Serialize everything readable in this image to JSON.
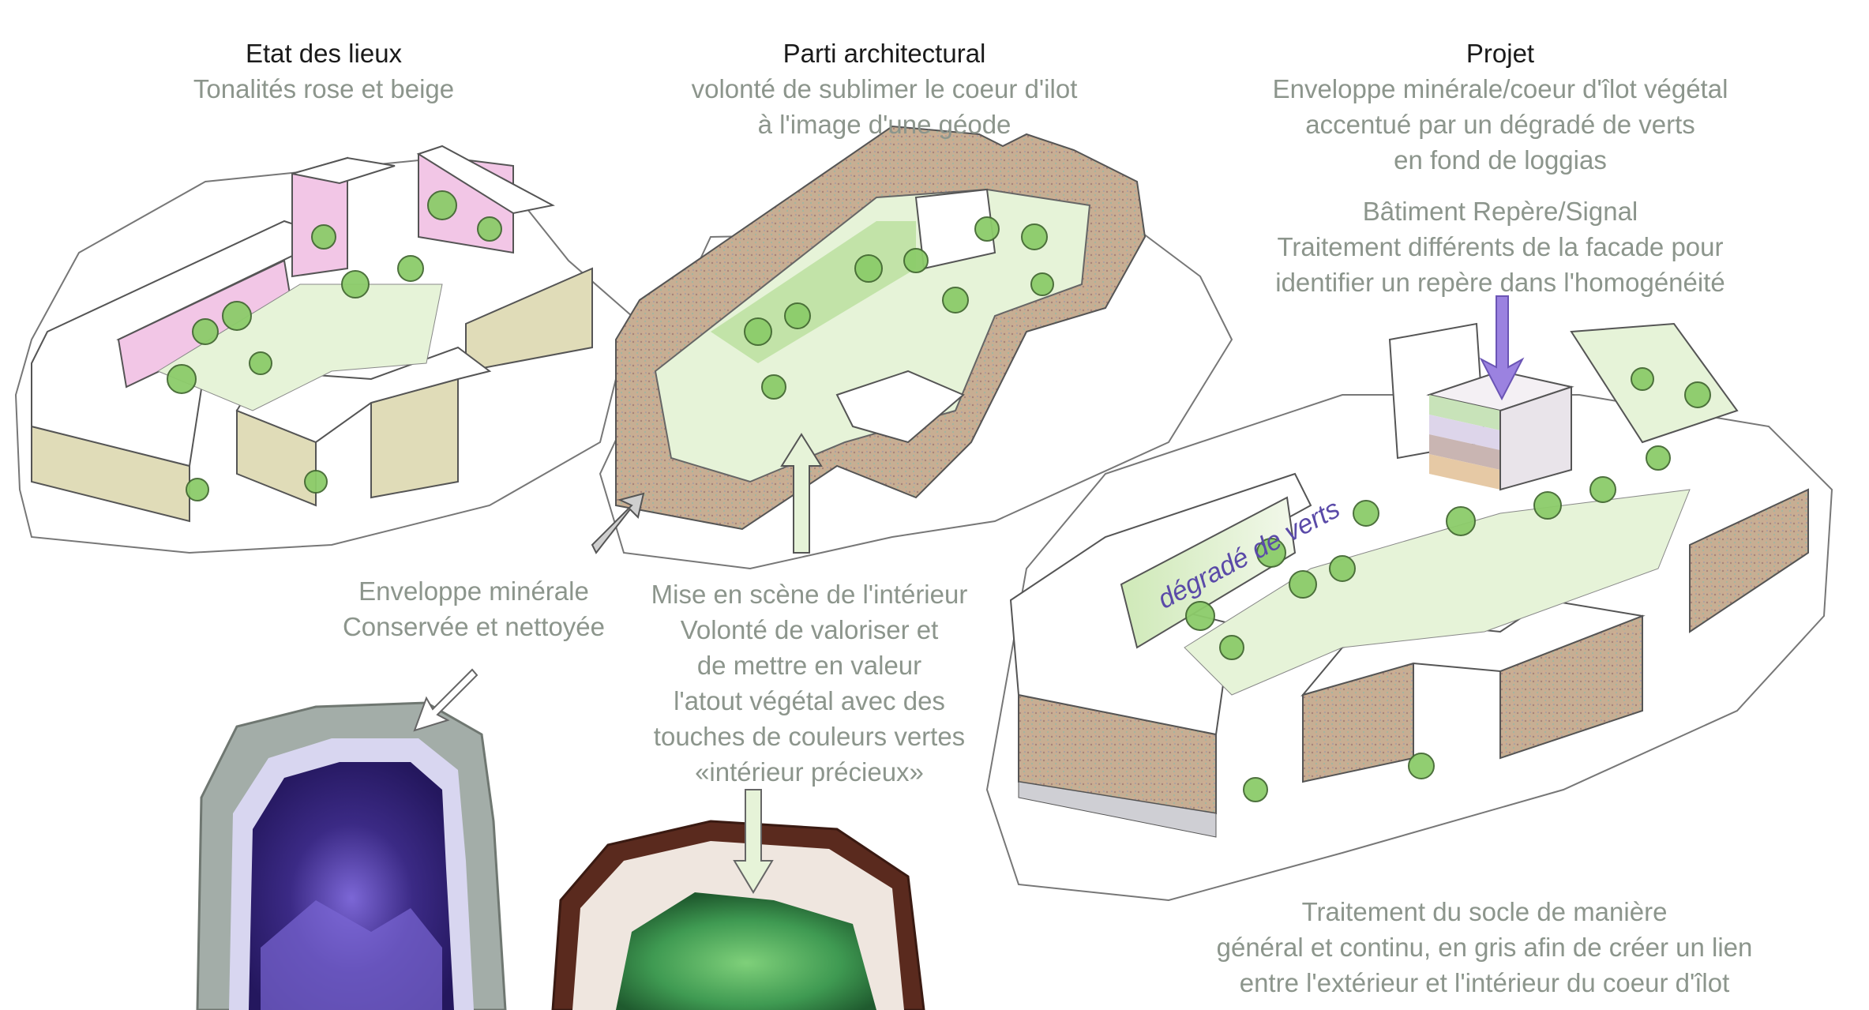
{
  "columns": [
    {
      "title": "Etat des lieux",
      "subtitle": [
        "Tonalités rose et beige"
      ]
    },
    {
      "title": "Parti architectural",
      "subtitle": [
        "volonté de sublimer le coeur d'ilot",
        "à l'image d'une géode"
      ]
    },
    {
      "title": "Projet",
      "subtitle": [
        "Enveloppe minérale/coeur d'îlot végétal",
        "accentué par un dégradé de verts",
        "en fond de loggias"
      ]
    }
  ],
  "annotations": {
    "batiment": [
      "Bâtiment Repère/Signal",
      "Traitement différents de la facade pour",
      "identifier un repère dans l'homogénéité"
    ],
    "enveloppe": [
      "Enveloppe minérale",
      "Conservée et nettoyée"
    ],
    "mise_en_scene": [
      "Mise en scène de l'intérieur",
      "Volonté de valoriser et",
      "de mettre en valeur",
      "l'atout végétal avec des",
      "touches de couleurs vertes",
      "«intérieur précieux»"
    ],
    "socle": [
      "Traitement du socle de manière",
      "général et continu, en gris afin de créer un lien",
      "entre l'extérieur et l'intérieur du coeur d'îlot"
    ],
    "degrade_label": "dégradé de verts"
  },
  "colors": {
    "pink": "#f2c6e6",
    "beige": "#e0dcb8",
    "green_light": "#e6f3d8",
    "green": "#b9df9c",
    "tree": "#8ccc6a",
    "mineral": "#c9b29a",
    "geode_purple": "#3b2a85",
    "geode_green": "#3f9a52",
    "arrow_purple": "#9b82e0",
    "arrow_grey": "#9a9a9a",
    "ink": "#444444"
  }
}
